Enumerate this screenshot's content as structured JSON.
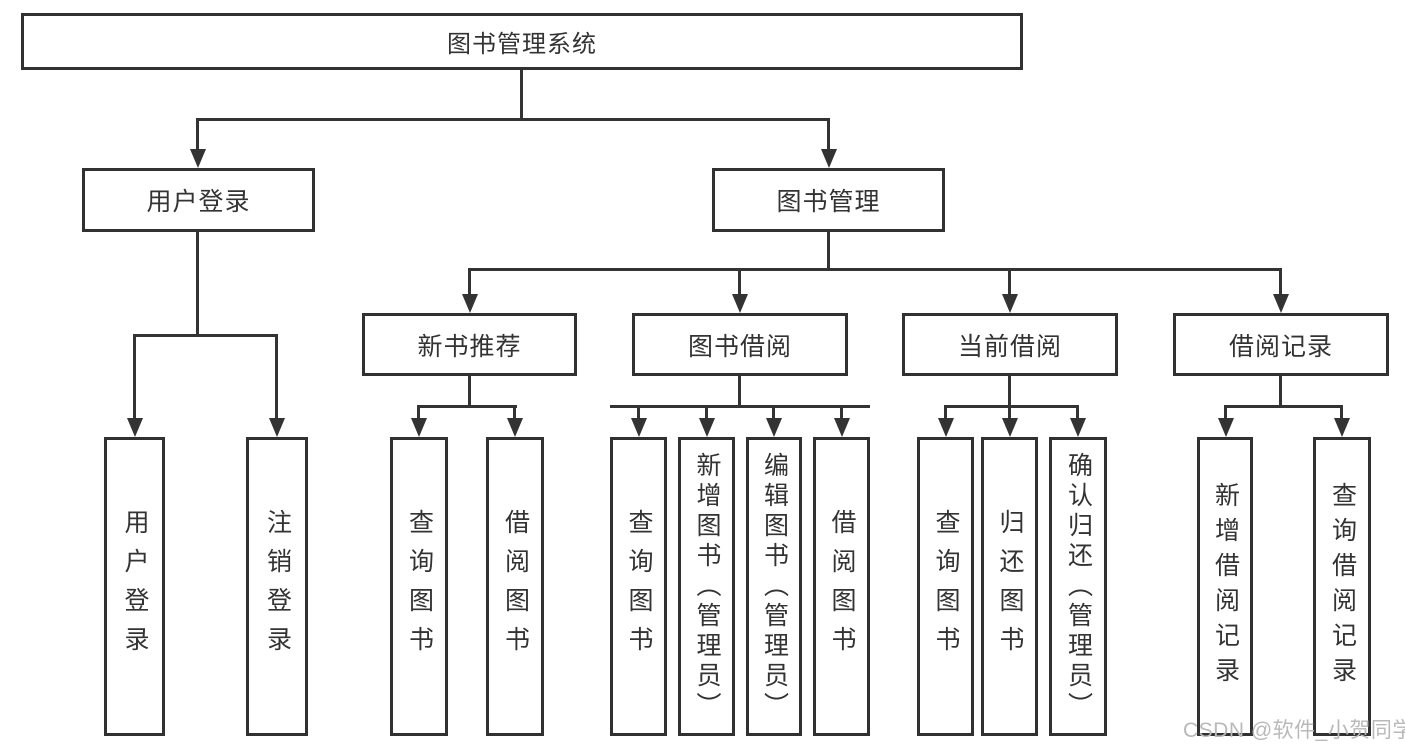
{
  "diagram_type": "hierarchy-tree",
  "tree": {
    "label": "图书管理系统",
    "children": [
      {
        "label": "用户登录",
        "children": [
          {
            "label": "用户登录"
          },
          {
            "label": "注销登录"
          }
        ]
      },
      {
        "label": "图书管理",
        "children": [
          {
            "label": "新书推荐",
            "children": [
              {
                "label": "查询图书"
              },
              {
                "label": "借阅图书"
              }
            ]
          },
          {
            "label": "图书借阅",
            "children": [
              {
                "label": "查询图书"
              },
              {
                "label": "新增图书（管理员）"
              },
              {
                "label": "编辑图书（管理员）"
              },
              {
                "label": "借阅图书"
              }
            ]
          },
          {
            "label": "当前借阅",
            "children": [
              {
                "label": "查询图书"
              },
              {
                "label": "归还图书"
              },
              {
                "label": "确认归还（管理员）"
              }
            ]
          },
          {
            "label": "借阅记录",
            "children": [
              {
                "label": "新增借阅记录"
              },
              {
                "label": "查询借阅记录"
              }
            ]
          }
        ]
      }
    ]
  },
  "watermark": {
    "text": "CSDN @软件_小贺同学"
  },
  "colors": {
    "background": "#ffffff",
    "line": "#333333",
    "box_border": "#313131",
    "text": "#333333",
    "watermark": "#b9b9b9"
  }
}
